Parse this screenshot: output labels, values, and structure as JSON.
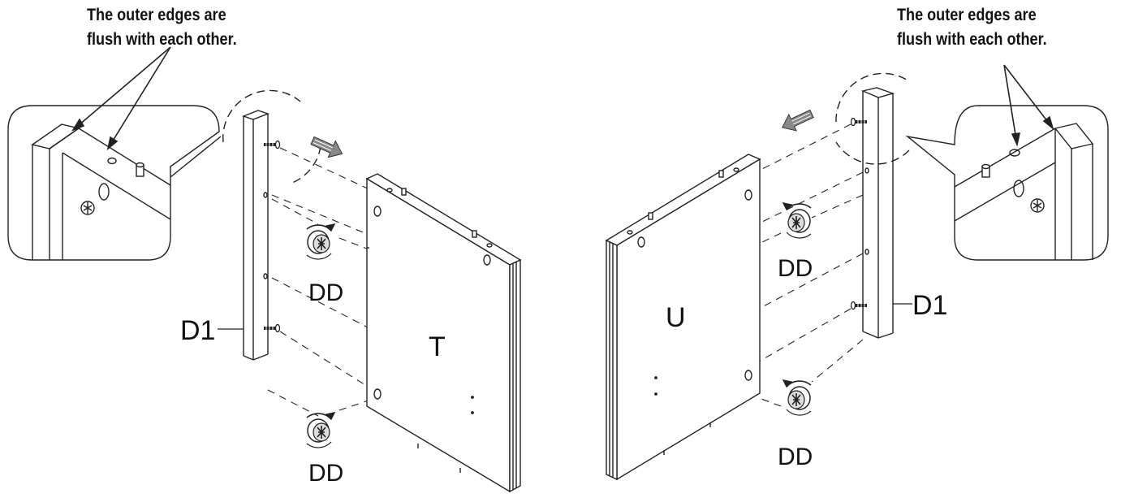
{
  "notes": {
    "left": [
      "The outer edges are",
      "flush with each other."
    ],
    "right": [
      "The outer edges are",
      "flush with each other."
    ]
  },
  "labels": {
    "left_side_panel": "D1",
    "right_side_panel": "D1",
    "left_board": "T",
    "right_board": "U",
    "cam_lock": "DD"
  }
}
